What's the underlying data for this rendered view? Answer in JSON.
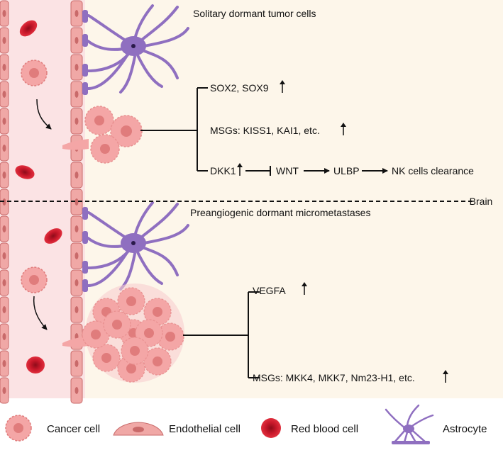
{
  "top_panel": {
    "title": "Solitary dormant tumor cells",
    "branches": [
      {
        "label": "SOX2, SOX9",
        "arrow": "up"
      },
      {
        "label": "MSGs: KISS1, KAI1, etc.",
        "arrow": "up"
      }
    ],
    "pathway": {
      "start": "DKK1",
      "steps": [
        "WNT",
        "ULBP",
        "NK cells clearance"
      ],
      "inhibition_after_start": true
    }
  },
  "divider": {
    "label": "Brain"
  },
  "bottom_panel": {
    "title": "Preangiogenic dormant micrometastases",
    "branches": [
      {
        "label": "VEGFA",
        "arrow": "up"
      },
      {
        "label": "MSGs: MKK4, MKK7, Nm23-H1, etc.",
        "arrow": "up"
      }
    ]
  },
  "legend": [
    {
      "label": "Cancer cell",
      "icon": "cancer-cell-icon"
    },
    {
      "label": "Endothelial cell",
      "icon": "endothelial-cell-icon"
    },
    {
      "label": "Red blood cell",
      "icon": "red-blood-cell-icon"
    },
    {
      "label": "Astrocyte",
      "icon": "astrocyte-icon"
    }
  ],
  "colors": {
    "panel_bg": "#fdf6ea",
    "vessel_bg": "#fbe3e4",
    "endothelium": "#f0a8a6",
    "endothelium_stroke": "#c96a6a",
    "cancer_cell": "#f4a6a6",
    "cancer_nucleus": "#e07c7c",
    "rbc": "#c8182a",
    "astrocyte": "#8f6fc0",
    "astrocyte_dark": "#5a3c8c"
  }
}
